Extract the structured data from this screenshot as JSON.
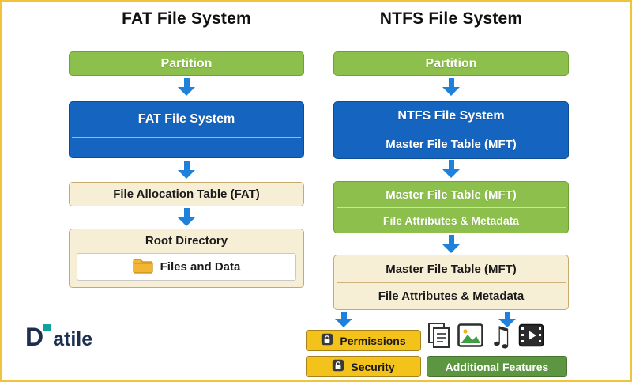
{
  "titles": {
    "fat": "FAT File System",
    "ntfs": "NTFS File System"
  },
  "fat_column": {
    "partition": "Partition",
    "filesystem": "FAT File System",
    "allocation_table": "File Allocation Table (FAT)",
    "root_directory": "Root Directory",
    "files_and_data": "Files and Data"
  },
  "ntfs_column": {
    "partition": "Partition",
    "filesystem": "NTFS File System",
    "filesystem_sub": "Master File Table (MFT)",
    "mft_title": "Master File Table (MFT)",
    "mft_sub": "File Attributes & Metadata",
    "mft2_title": "Master File Table (MFT)",
    "mft2_sub": "File Attributes & Metadata",
    "permissions": "Permissions",
    "security": "Security",
    "additional_features": "Additional Features"
  },
  "icons": {
    "music_glyph": "♫"
  },
  "logo": {
    "d": "D",
    "rest": "atile"
  }
}
